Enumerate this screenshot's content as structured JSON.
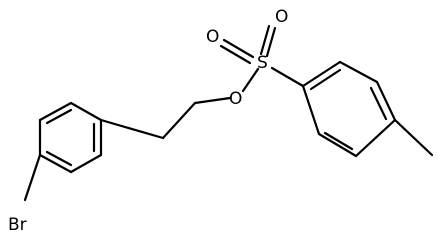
{
  "molecule": {
    "atoms": {
      "bromine": "Br",
      "sulfur": "S",
      "sulfonyl_oxygen_upper": "O",
      "sulfonyl_oxygen_lower": "O",
      "ester_oxygen": "O"
    }
  },
  "colors": {
    "bond": "#000000",
    "label": "#000000",
    "background": "#ffffff"
  }
}
